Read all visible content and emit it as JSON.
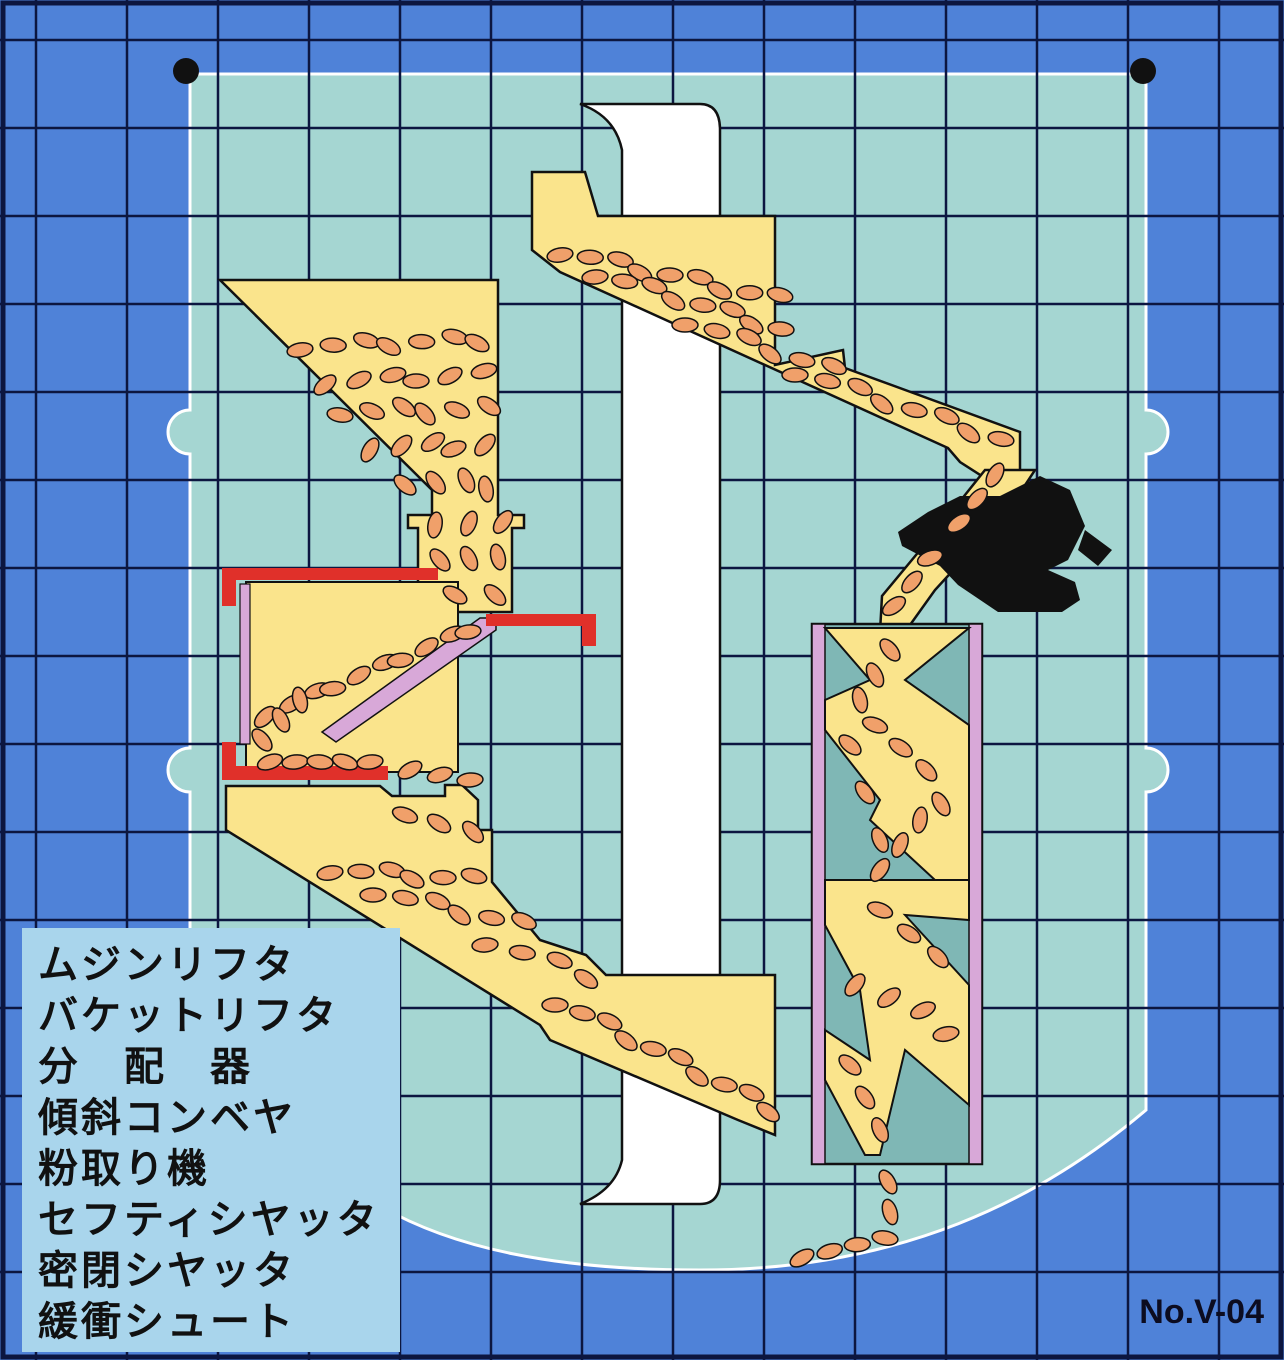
{
  "legend": {
    "items": [
      "ムジンリフタ",
      "バケットリフタ",
      "分　配　器",
      "傾斜コンベヤ",
      "粉取り機",
      "セフティシヤッタ",
      "密閉シヤッタ",
      "緩衝シュート"
    ]
  },
  "drawing_number": "No.V-04",
  "colors": {
    "background_blue": "#4f82d8",
    "tank_fill": "#a5d6d2",
    "grid_line": "#0c1640",
    "product_yellow": "#fae48c",
    "grain_orange": "#f0a06a",
    "shutter_red": "#e0302a",
    "lining_pink": "#d8a8d8",
    "dust_remover_black": "#111111",
    "elevator_white": "#ffffff"
  }
}
